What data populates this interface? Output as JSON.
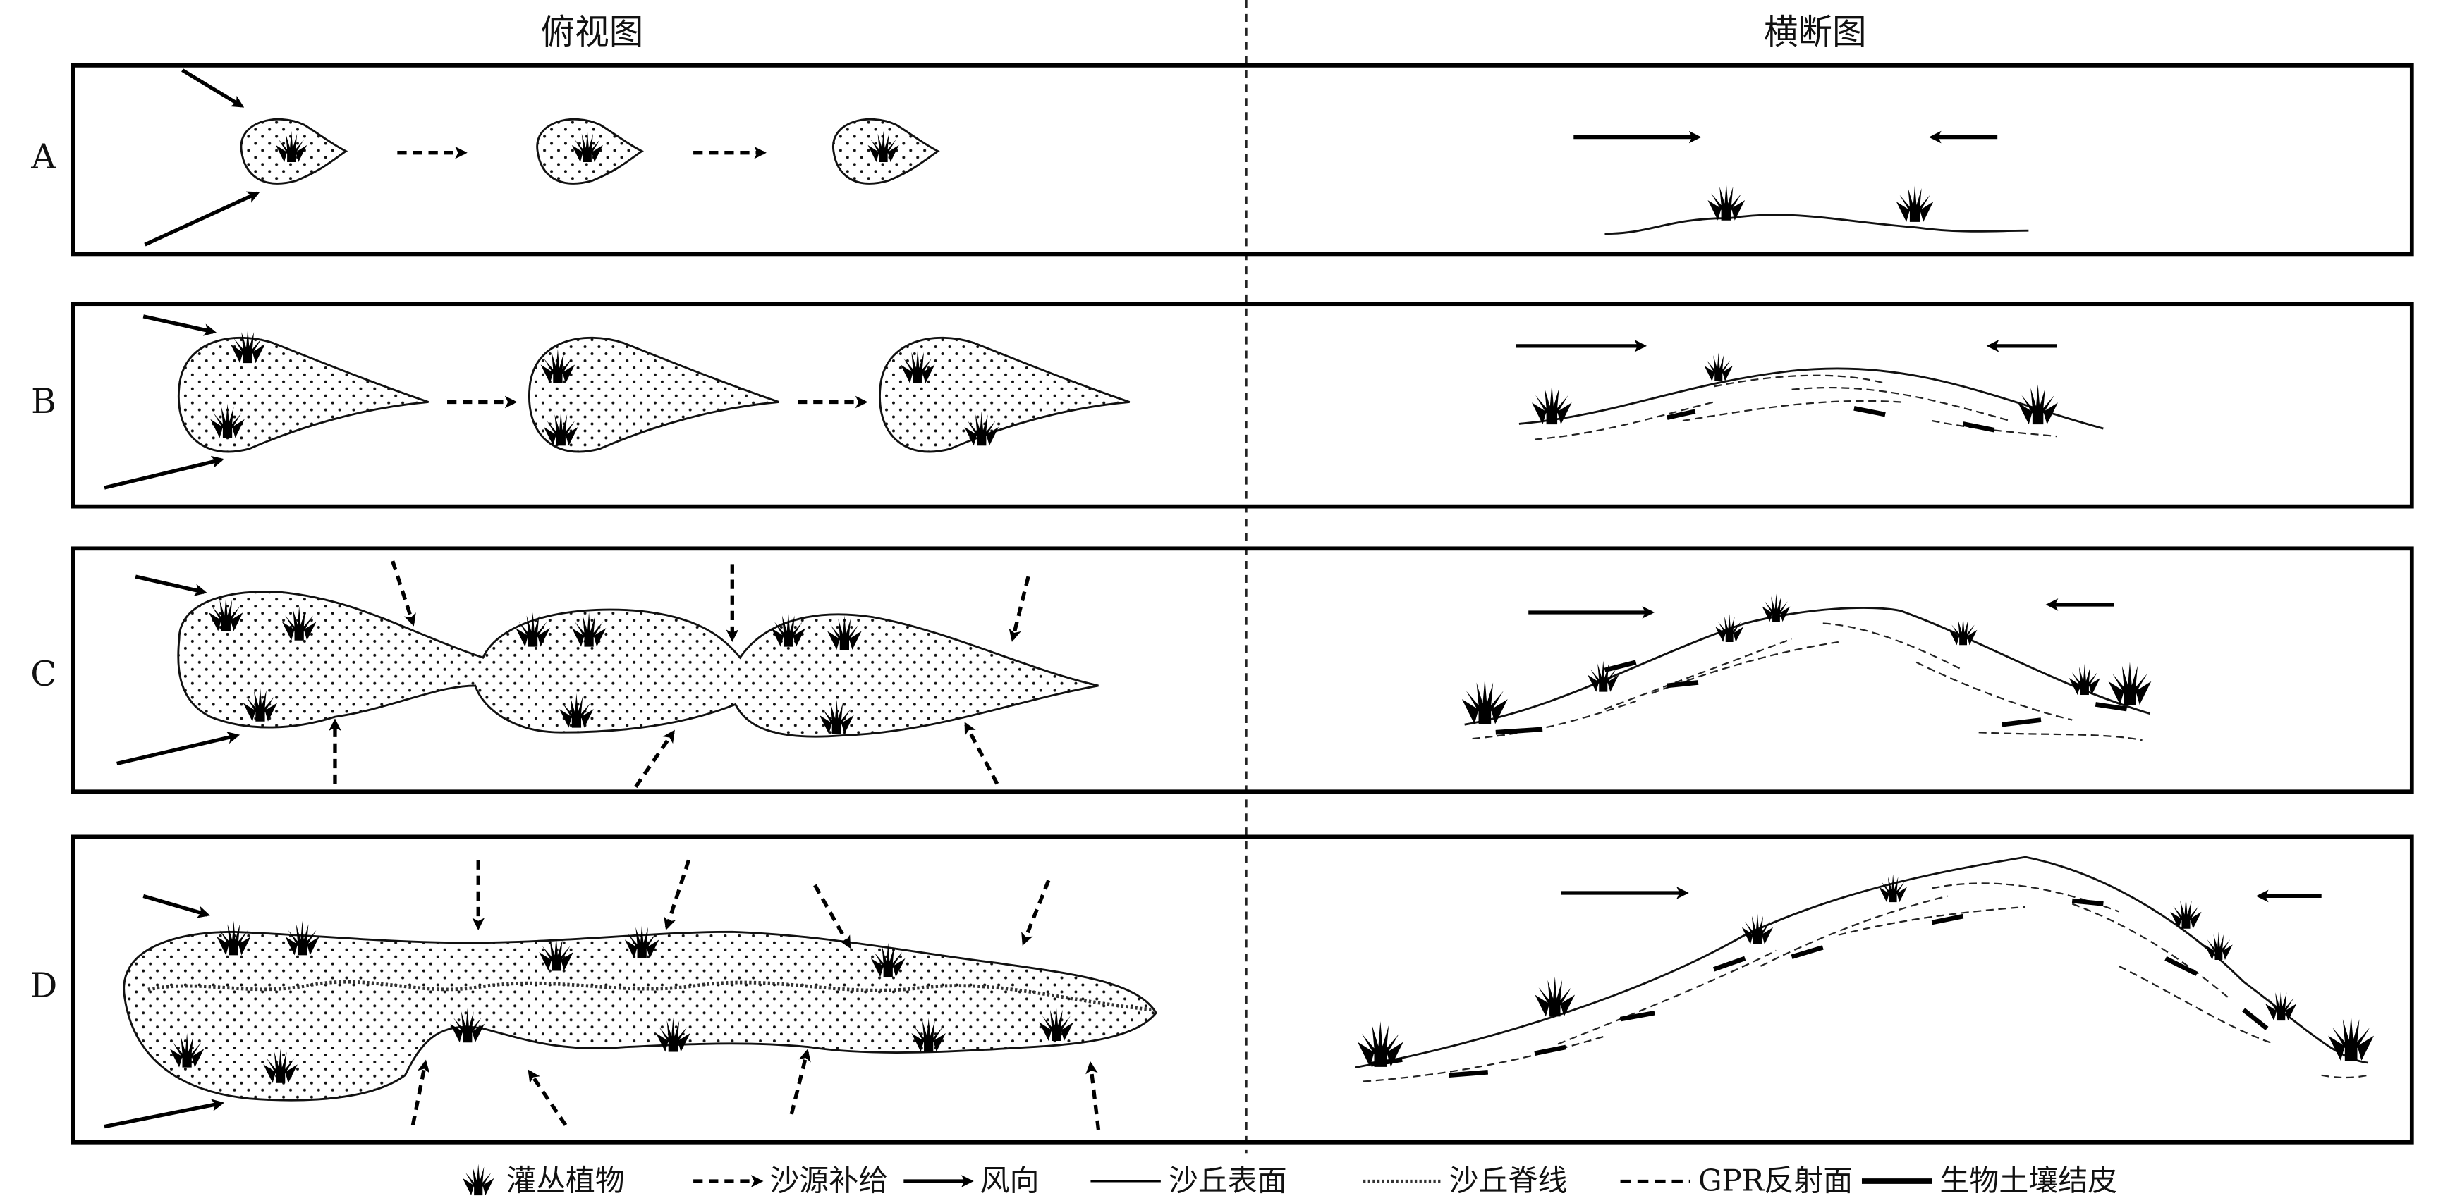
{
  "headers": {
    "plan_view": "俯视图",
    "cross_section": "横断图"
  },
  "panels": [
    {
      "label": "A"
    },
    {
      "label": "B"
    },
    {
      "label": "C"
    },
    {
      "label": "D"
    }
  ],
  "legend": {
    "shrub": "灌丛植物",
    "sand_supply": "沙源补给",
    "wind_direction": "风向",
    "dune_surface": "沙丘表面",
    "dune_ridge": "沙丘脊线",
    "gpr_reflection": "GPR反射面",
    "biocrust": "生物土壤结皮"
  }
}
